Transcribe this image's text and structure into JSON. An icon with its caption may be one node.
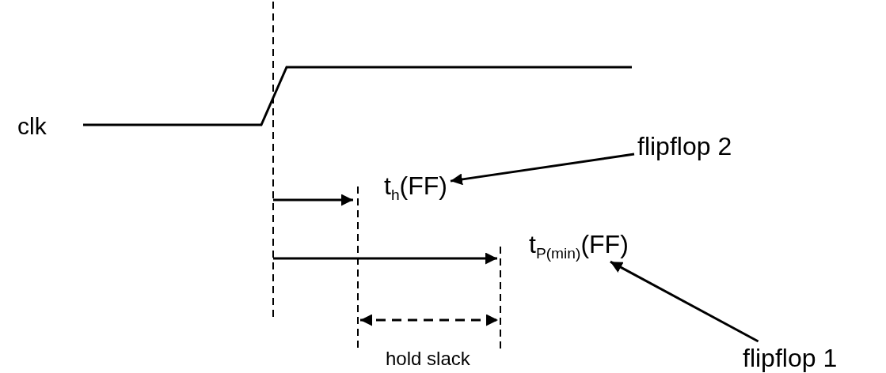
{
  "diagram": {
    "nodes": [
      {
        "text": [
          "flipflop 2"
        ]
      },
      {
        "text": [
          "t$_{h}$(FF)"
        ]
      },
      {
        "text": [
          "t$_{P(min)}$(FF)"
        ]
      },
      {
        "text": [
          "flipflop 1"
        ]
      }
    ],
    "edges": [
      {
        "from": 0,
        "to": 1,
        "arrow": "to"
      },
      {
        "from": 3,
        "to": 2,
        "arrow": "to"
      }
    ],
    "labels": [
      "clk",
      "hold slack"
    ]
  }
}
